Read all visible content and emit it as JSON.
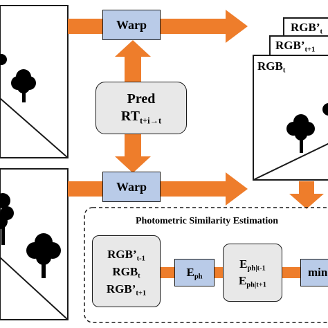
{
  "colors": {
    "arrow": "#ee7d2b",
    "warp_fill": "#b9cbe8",
    "pred_fill": "#e8e8e8",
    "stroke": "#1a1a1a"
  },
  "warp_top": {
    "label": "Warp"
  },
  "warp_bottom": {
    "label": "Warp"
  },
  "pred": {
    "line1": "Pred",
    "rt_main": "RT",
    "rt_sub": "t+i→t"
  },
  "stack": {
    "back_main": "RGB’",
    "back_sub": "t",
    "mid_main": "RGB’",
    "mid_sub": "t+1",
    "front_main": "RGB",
    "front_sub": "t"
  },
  "pse": {
    "title": "Photometric Similarity Estimation",
    "inputs": [
      {
        "main": "RGB’",
        "sub": "t-1"
      },
      {
        "main": "RGB",
        "sub": "t"
      },
      {
        "main": "RGB’",
        "sub": "t+1"
      }
    ],
    "eph": {
      "main": "E",
      "sub": "ph"
    },
    "eph_split": [
      {
        "main": "E",
        "sub": "ph|t-1"
      },
      {
        "main": "E",
        "sub": "ph|t+1"
      }
    ],
    "min_label": "min"
  },
  "icons": [
    "tree-icon",
    "bush-icon",
    "slope-line"
  ]
}
